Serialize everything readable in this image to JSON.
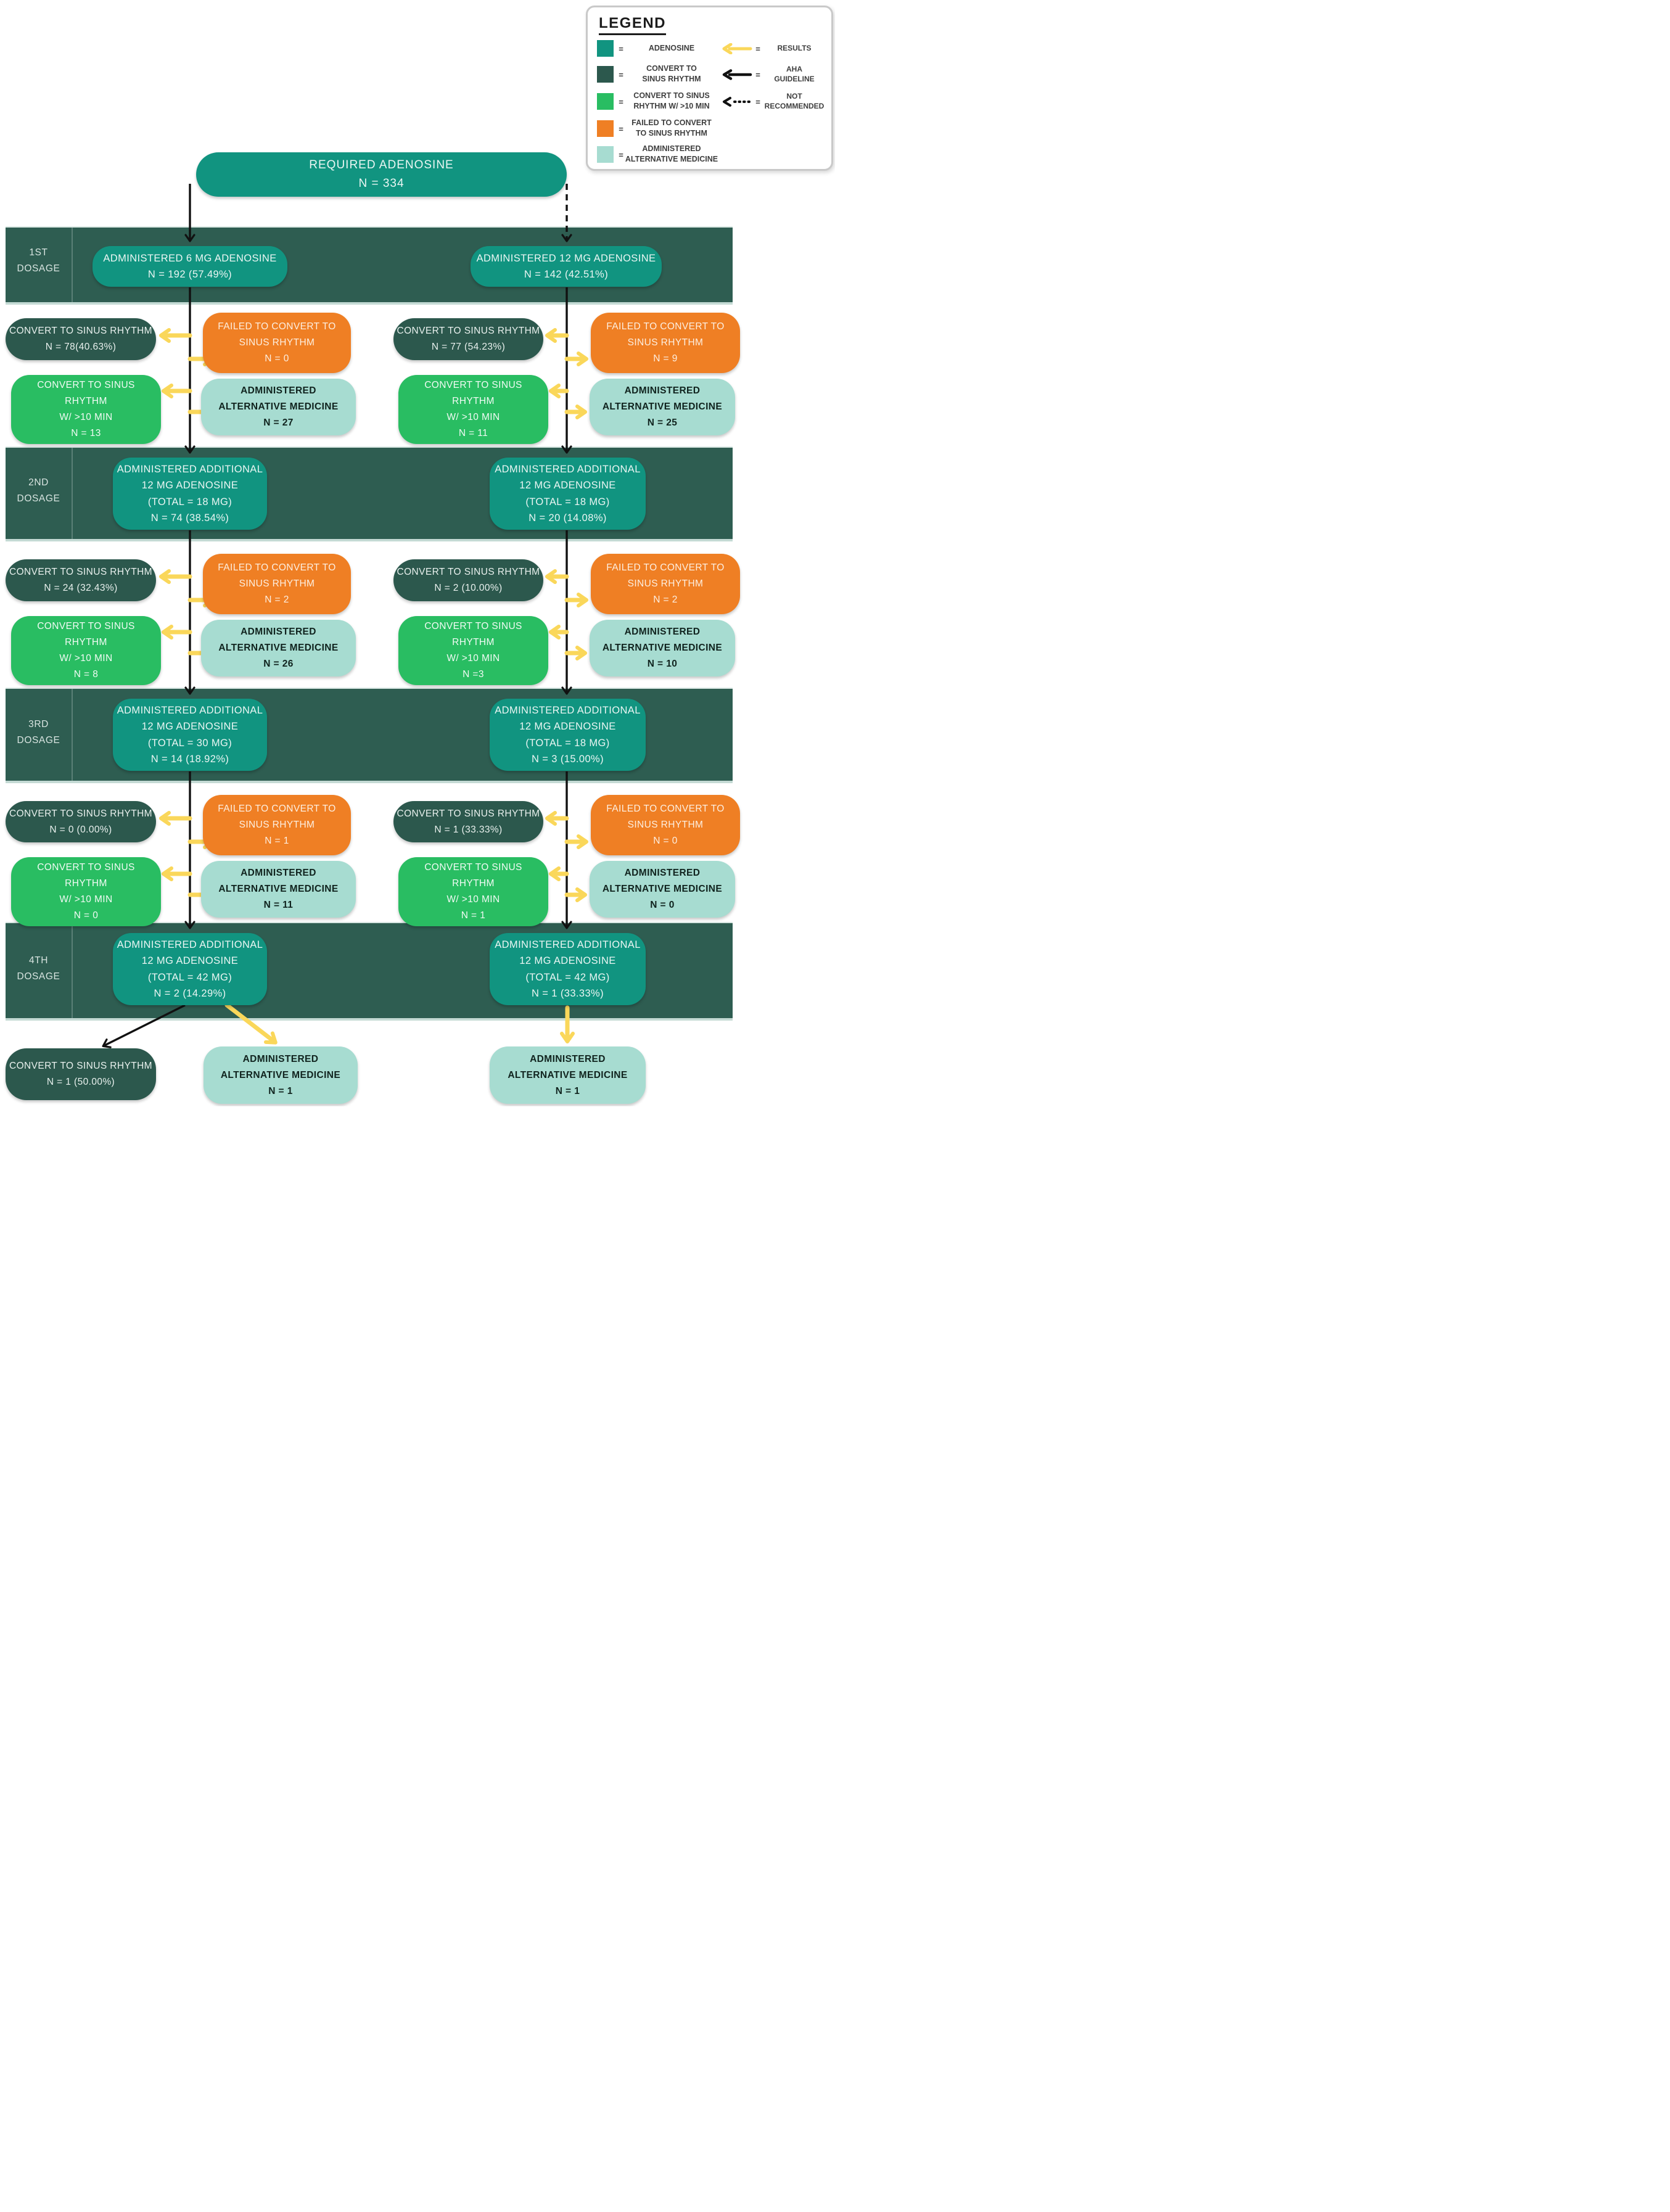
{
  "colors": {
    "adenosine_teal": "#119480",
    "band_dark_green": "#2E5D51",
    "convert_dark": "#2C584D",
    "convert_10min_green": "#29BD62",
    "failed_orange": "#EF7F24",
    "alt_medicine_pale": "#A7DCD1",
    "results_arrow_yellow": "#FAD75A",
    "guideline_arrow_black": "#111111"
  },
  "legend": {
    "title": "LEGEND",
    "equals": "=",
    "items": [
      {
        "key": "adenosine",
        "color": "#119480",
        "label": "ADENOSINE"
      },
      {
        "key": "convert",
        "color": "#2C584D",
        "label": "CONVERT TO\nSINUS RHYTHM"
      },
      {
        "key": "convert10",
        "color": "#29BD62",
        "label": "CONVERT TO SINUS\nRHYTHM W/ >10 MIN"
      },
      {
        "key": "failed",
        "color": "#EF7F24",
        "label": "FAILED TO CONVERT\nTO SINUS RHYTHM"
      },
      {
        "key": "alt",
        "color": "#A7DCD1",
        "label": "ADMINISTERED\nALTERNATIVE MEDICINE"
      }
    ],
    "arrow_items": [
      {
        "key": "results",
        "label": "RESULTS"
      },
      {
        "key": "aha-guideline",
        "label": "AHA\nGUIDELINE"
      },
      {
        "key": "not-recommended",
        "label": "NOT\nRECOMMENDED"
      }
    ]
  },
  "root": {
    "text": "REQUIRED ADENOSINE\nN = 334"
  },
  "stages": [
    {
      "band_label": "1ST\nDOSAGE",
      "left_dose": "ADMINISTERED 6 MG ADENOSINE\nN = 192 (57.49%)",
      "right_dose": "ADMINISTERED 12 MG ADENOSINE\nN = 142 (42.51%)",
      "left": {
        "convert": "CONVERT TO SINUS RHYTHM\nN = 78(40.63%)",
        "failed": "FAILED TO CONVERT TO\nSINUS RHYTHM\nN = 0",
        "convert10": "CONVERT TO SINUS\nRHYTHM\nW/ >10 MIN\nN = 13",
        "alt": "ADMINISTERED\nALTERNATIVE MEDICINE\nN = 27"
      },
      "right": {
        "convert": "CONVERT TO SINUS RHYTHM\nN = 77 (54.23%)",
        "failed": "FAILED TO CONVERT TO\nSINUS RHYTHM\nN = 9",
        "convert10": "CONVERT TO SINUS\nRHYTHM\nW/ >10 MIN\nN = 11",
        "alt": "ADMINISTERED\nALTERNATIVE MEDICINE\nN = 25"
      }
    },
    {
      "band_label": "2ND\nDOSAGE",
      "left_dose": "ADMINISTERED ADDITIONAL\n12 MG ADENOSINE\n(TOTAL = 18 MG)\nN = 74 (38.54%)",
      "right_dose": "ADMINISTERED ADDITIONAL\n12 MG ADENOSINE\n(TOTAL = 18 MG)\nN = 20 (14.08%)",
      "left": {
        "convert": "CONVERT TO SINUS RHYTHM\nN = 24 (32.43%)",
        "failed": "FAILED TO CONVERT TO\nSINUS RHYTHM\nN = 2",
        "convert10": "CONVERT TO SINUS\nRHYTHM\nW/ >10 MIN\nN = 8",
        "alt": "ADMINISTERED\nALTERNATIVE MEDICINE\nN = 26"
      },
      "right": {
        "convert": "CONVERT TO SINUS RHYTHM\nN = 2 (10.00%)",
        "failed": "FAILED TO CONVERT TO\nSINUS RHYTHM\nN = 2",
        "convert10": "CONVERT TO SINUS\nRHYTHM\nW/ >10 MIN\nN =3",
        "alt": "ADMINISTERED\nALTERNATIVE MEDICINE\nN = 10"
      }
    },
    {
      "band_label": "3RD\nDOSAGE",
      "left_dose": "ADMINISTERED ADDITIONAL\n12 MG ADENOSINE\n(TOTAL = 30 MG)\nN = 14 (18.92%)",
      "right_dose": "ADMINISTERED ADDITIONAL\n12 MG ADENOSINE\n(TOTAL = 18 MG)\nN = 3 (15.00%)",
      "left": {
        "convert": "CONVERT TO SINUS RHYTHM\nN = 0 (0.00%)",
        "failed": "FAILED TO CONVERT TO\nSINUS RHYTHM\nN = 1",
        "convert10": "CONVERT TO SINUS\nRHYTHM\nW/ >10 MIN\nN = 0",
        "alt": "ADMINISTERED\nALTERNATIVE MEDICINE\nN = 11"
      },
      "right": {
        "convert": "CONVERT TO SINUS RHYTHM\nN = 1 (33.33%)",
        "failed": "FAILED TO CONVERT TO\nSINUS RHYTHM\nN = 0",
        "convert10": "CONVERT TO SINUS\nRHYTHM\nW/ >10 MIN\nN = 1",
        "alt": "ADMINISTERED\nALTERNATIVE MEDICINE\nN = 0"
      }
    },
    {
      "band_label": "4TH\nDOSAGE",
      "left_dose": "ADMINISTERED ADDITIONAL\n12 MG ADENOSINE\n(TOTAL = 42 MG)\nN =  2 (14.29%)",
      "right_dose": "ADMINISTERED ADDITIONAL\n12 MG ADENOSINE\n(TOTAL = 42 MG)\nN = 1 (33.33%)"
    }
  ],
  "final": {
    "convert": "CONVERT TO SINUS RHYTHM\nN = 1 (50.00%)",
    "left_alt": "ADMINISTERED\nALTERNATIVE MEDICINE\nN = 1",
    "right_alt": "ADMINISTERED\nALTERNATIVE MEDICINE\nN = 1"
  }
}
